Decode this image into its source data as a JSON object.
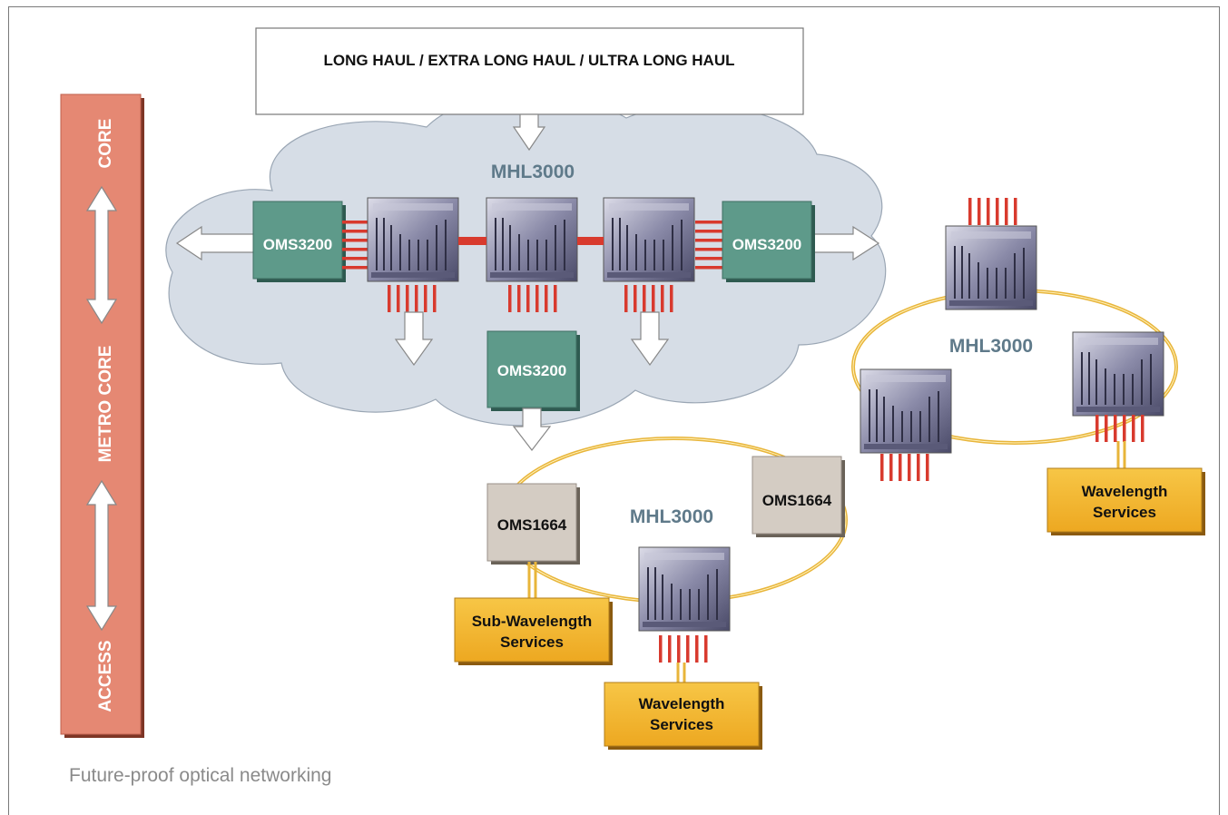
{
  "header": {
    "text": "LONG HAUL / EXTRA LONG HAUL / ULTRA LONG HAUL"
  },
  "cloud": {
    "label": "MHL3000"
  },
  "oms3200_left": "OMS3200",
  "oms3200_right": "OMS3200",
  "oms3200_bottom": "OMS3200",
  "ring_right": {
    "label": "MHL3000",
    "services": [
      "Wavelength",
      "Services"
    ]
  },
  "ring_bottom": {
    "label": "MHL3000",
    "oms1664_left": "OMS1664",
    "oms1664_right": "OMS1664",
    "sub_services": [
      "Sub-Wavelength",
      "Services"
    ],
    "services": [
      "Wavelength",
      "Services"
    ]
  },
  "side_bar": {
    "labels": [
      "CORE",
      "METRO CORE",
      "ACCESS"
    ]
  },
  "caption": "Future-proof optical networking",
  "colors": {
    "bar": "#e58873",
    "oms3200": "#5e9a8a",
    "oms1664": "#d4ccc3",
    "service": "#f2b533",
    "fiber": "#e8b53a",
    "red_line": "#d83a2e",
    "cloud": "#d6dde6"
  }
}
